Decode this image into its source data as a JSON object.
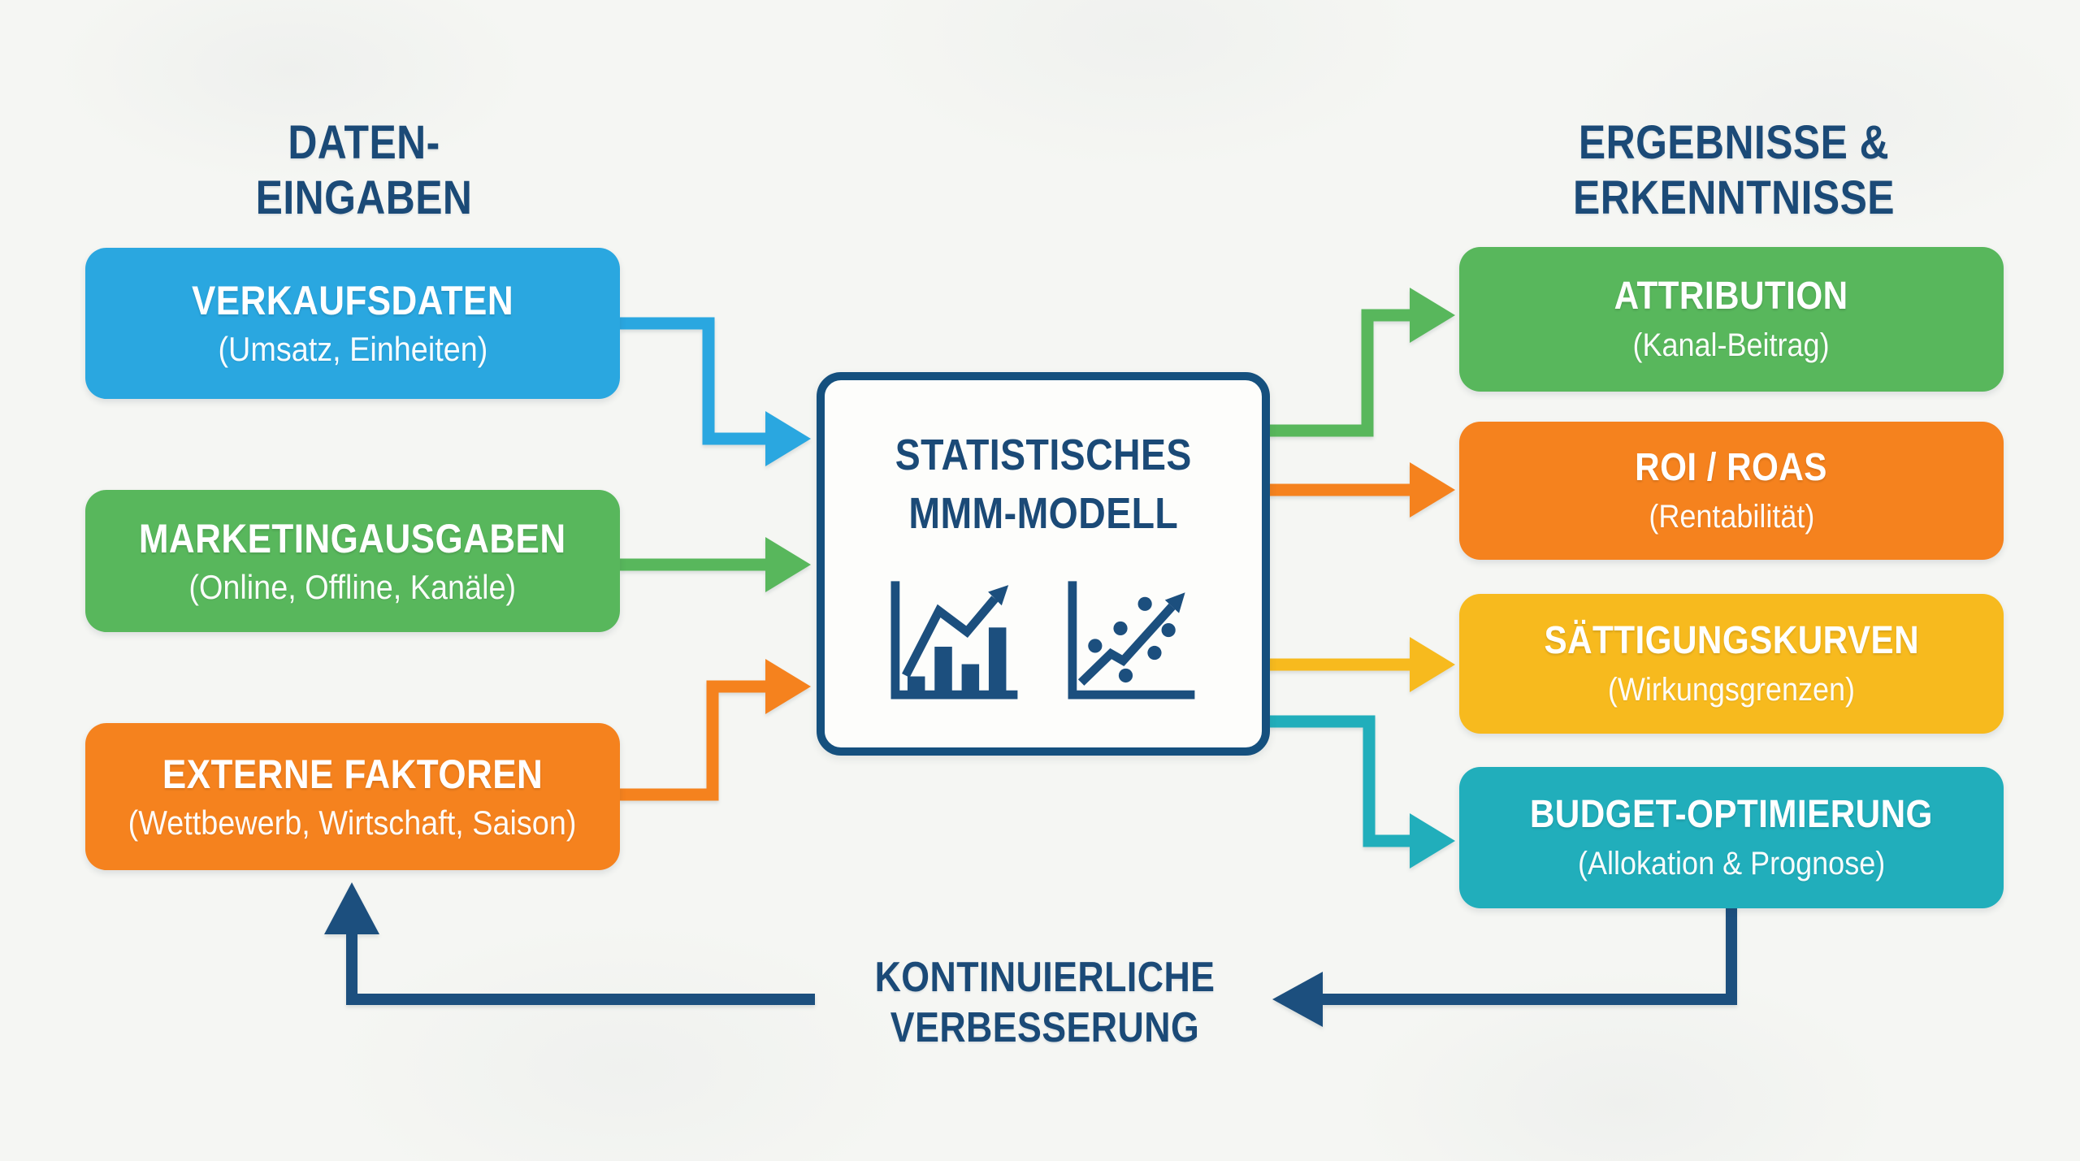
{
  "page": {
    "background_color": "#f5f6f3"
  },
  "colors": {
    "blue": "#2aa7e0",
    "green": "#58b75c",
    "orange": "#f5821e",
    "yellow": "#f7ba1e",
    "teal": "#21aebb",
    "navy": "#1c4f7e",
    "model_border": "#15507e",
    "heading_text": "#1b4a77",
    "box_text": "#ffffff"
  },
  "headers": {
    "inputs": {
      "line1": "DATEN-",
      "line2": "EINGABEN"
    },
    "outputs": {
      "line1": "ERGEBNISSE &",
      "line2": "ERKENNTNISSE"
    }
  },
  "inputs": [
    {
      "title": "VERKAUFSDATEN",
      "subtitle": "(Umsatz, Einheiten)",
      "color": "#2aa7e0"
    },
    {
      "title": "MARKETINGAUSGABEN",
      "subtitle": "(Online, Offline, Kanäle)",
      "color": "#58b75c"
    },
    {
      "title": "EXTERNE FAKTOREN",
      "subtitle": "(Wettbewerb, Wirtschaft, Saison)",
      "color": "#f5821e"
    }
  ],
  "model": {
    "title_line1": "STATISTISCHES",
    "title_line2": "MMM-MODELL",
    "icons": [
      "bar-chart-trend-icon",
      "scatter-plot-trend-icon"
    ]
  },
  "outputs": [
    {
      "title": "ATTRIBUTION",
      "subtitle": "(Kanal-Beitrag)",
      "color": "#58b75c"
    },
    {
      "title": "ROI / ROAS",
      "subtitle": "(Rentabilität)",
      "color": "#f5821e"
    },
    {
      "title": "SÄTTIGUNGSKURVEN",
      "subtitle": "(Wirkungsgrenzen)",
      "color": "#f7ba1e"
    },
    {
      "title": "BUDGET-OPTIMIERUNG",
      "subtitle": "(Allokation & Prognose)",
      "color": "#21aebb"
    }
  ],
  "feedback": {
    "line1": "KONTINUIERLICHE",
    "line2": "VERBESSERUNG"
  },
  "connections": [
    {
      "from": "VERKAUFSDATEN",
      "to": "STATISTISCHES MMM-MODELL",
      "color": "#2aa7e0"
    },
    {
      "from": "MARKETINGAUSGABEN",
      "to": "STATISTISCHES MMM-MODELL",
      "color": "#58b75c"
    },
    {
      "from": "EXTERNE FAKTOREN",
      "to": "STATISTISCHES MMM-MODELL",
      "color": "#f5821e"
    },
    {
      "from": "STATISTISCHES MMM-MODELL",
      "to": "ATTRIBUTION",
      "color": "#58b75c"
    },
    {
      "from": "STATISTISCHES MMM-MODELL",
      "to": "ROI / ROAS",
      "color": "#f5821e"
    },
    {
      "from": "STATISTISCHES MMM-MODELL",
      "to": "SÄTTIGUNGSKURVEN",
      "color": "#f7ba1e"
    },
    {
      "from": "STATISTISCHES MMM-MODELL",
      "to": "BUDGET-OPTIMIERUNG",
      "color": "#21aebb"
    },
    {
      "from": "BUDGET-OPTIMIERUNG",
      "to": "EXTERNE FAKTOREN",
      "label": "KONTINUIERLICHE VERBESSERUNG",
      "color": "#1c4f7e"
    }
  ]
}
